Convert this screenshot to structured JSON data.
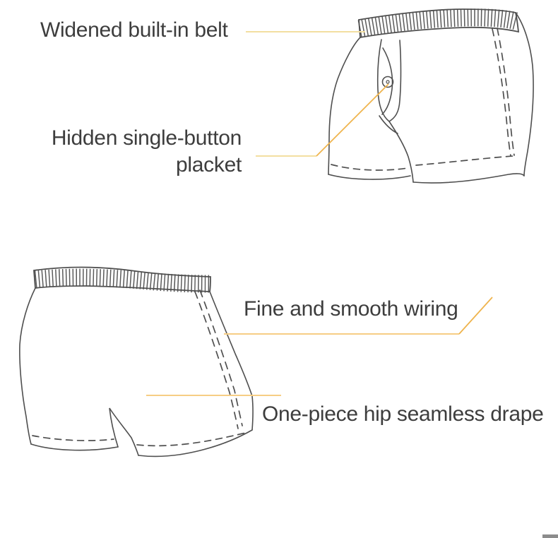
{
  "page": {
    "background": "#ffffff",
    "description": "Product feature infographic of men's boxer shorts with annotated line drawings"
  },
  "annotations": {
    "belt": {
      "label": "Widened built-in belt"
    },
    "placket": {
      "label_line1": "Hidden single-button",
      "label_line2": "placket"
    },
    "wiring": {
      "label": "Fine and smooth wiring"
    },
    "drape": {
      "label": "One-piece hip seamless drape"
    }
  },
  "illustrations": {
    "front": "boxer-shorts front three-quarter sketch: ribbed elastic waistband, hidden button placket with button, dashed stitch hems and side seam",
    "back": "boxer-shorts back sketch: ribbed elastic waistband, double dashed back seam, dashed stitch hems"
  },
  "colors": {
    "label_text": "#3d3d3d",
    "line_art": "#4f4f4f",
    "ribbing": "#5a5a5a",
    "leader_pale": "#f3dfa1",
    "leader_mid": "#f6cd84",
    "leader_strong": "#efb44d",
    "corner_bar": "#8c8c8c"
  }
}
